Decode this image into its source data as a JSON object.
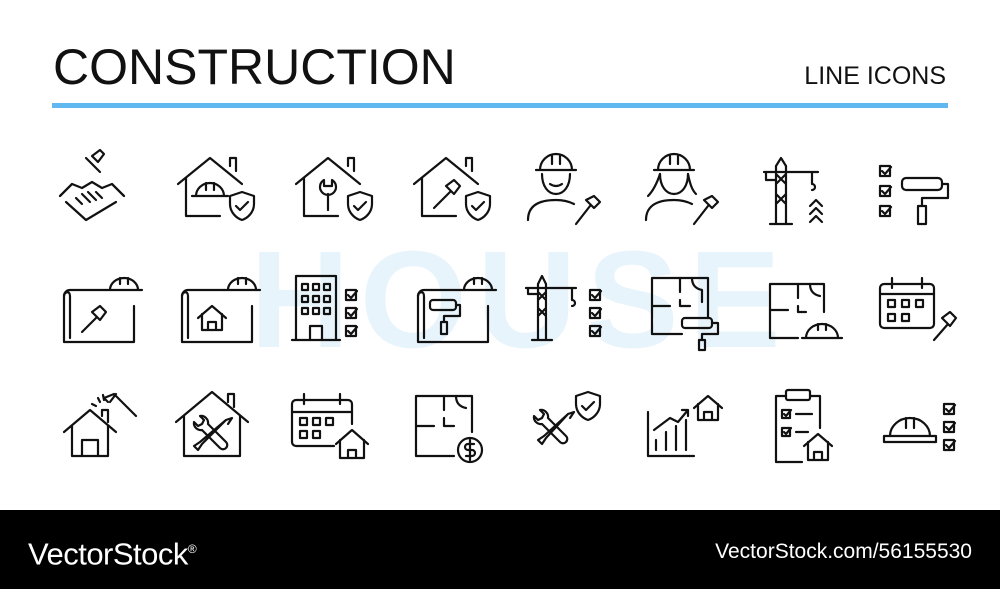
{
  "header": {
    "title": "CONSTRUCTION",
    "subtitle": "LINE ICONS",
    "accent_color": "#5fb8f0"
  },
  "watermark": {
    "word": "HOUSE",
    "color": "#cde7fa"
  },
  "icons": [
    {
      "name": "handshake-hammer-icon"
    },
    {
      "name": "house-helmet-shield-icon"
    },
    {
      "name": "house-wrench-shield-icon"
    },
    {
      "name": "house-hammer-shield-icon"
    },
    {
      "name": "male-worker-hammer-icon"
    },
    {
      "name": "female-worker-hammer-icon"
    },
    {
      "name": "tower-crane-icon"
    },
    {
      "name": "checklist-paint-roller-icon"
    },
    {
      "name": "blueprint-hammer-helmet-icon"
    },
    {
      "name": "blueprint-house-helmet-icon"
    },
    {
      "name": "building-checklist-icon"
    },
    {
      "name": "blueprint-roller-helmet-icon"
    },
    {
      "name": "crane-checklist-icon"
    },
    {
      "name": "floor-plan-roller-icon"
    },
    {
      "name": "floor-plan-helmet-icon"
    },
    {
      "name": "calendar-hammer-icon"
    },
    {
      "name": "house-hammer-repair-icon"
    },
    {
      "name": "house-wrench-screwdriver-icon"
    },
    {
      "name": "calendar-house-icon"
    },
    {
      "name": "floor-plan-dollar-icon"
    },
    {
      "name": "tools-shield-icon"
    },
    {
      "name": "growth-chart-house-icon"
    },
    {
      "name": "clipboard-house-icon"
    },
    {
      "name": "helmet-checklist-icon"
    }
  ],
  "footer": {
    "brand": "VectorStock",
    "brand_mark": "®",
    "stock_id": "VectorStock.com/56155530",
    "background": "#000000",
    "text_color": "#ffffff"
  }
}
